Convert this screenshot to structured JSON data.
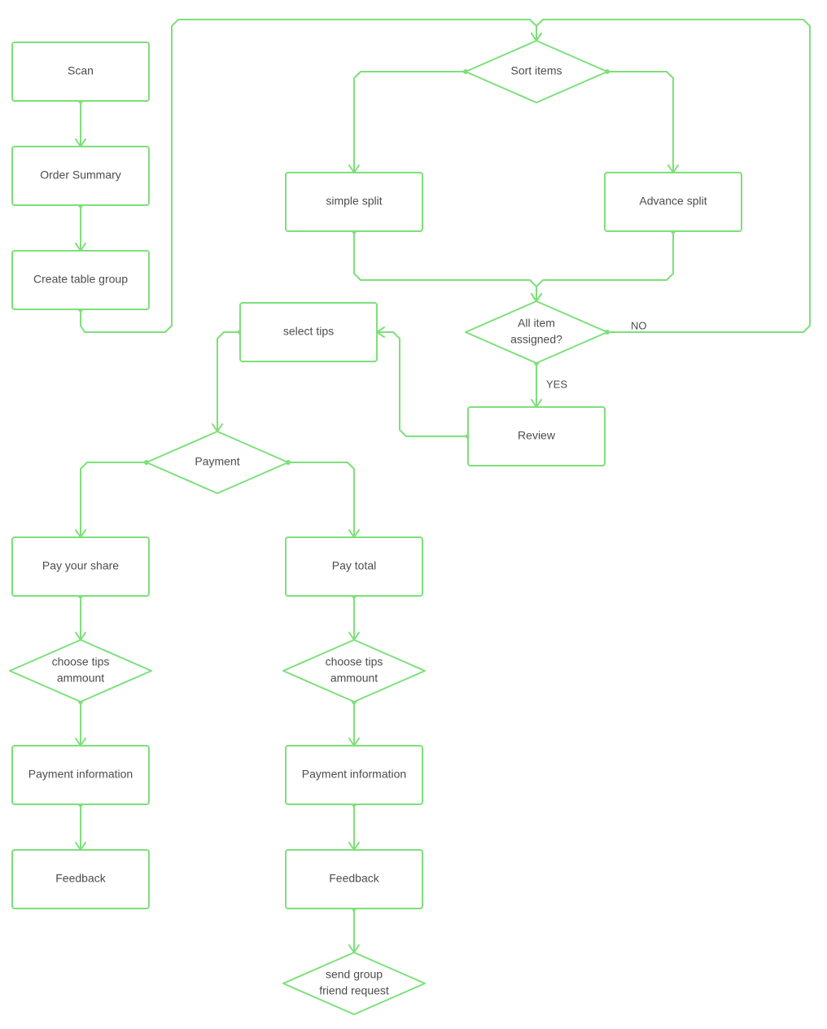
{
  "colors": {
    "stroke": "#7de07a",
    "text": "#4d4d4d",
    "background": "#ffffff"
  },
  "nodes": {
    "scan": {
      "shape": "rect",
      "lines": [
        "Scan"
      ]
    },
    "order_summary": {
      "shape": "rect",
      "lines": [
        "Order Summary"
      ]
    },
    "create_table_group": {
      "shape": "rect",
      "lines": [
        "Create table group"
      ]
    },
    "sort_items": {
      "shape": "diamond",
      "lines": [
        "Sort items"
      ]
    },
    "simple_split": {
      "shape": "rect",
      "lines": [
        "simple split"
      ]
    },
    "advance_split": {
      "shape": "rect",
      "lines": [
        "Advance split"
      ]
    },
    "all_item_assigned": {
      "shape": "diamond",
      "lines": [
        "All item",
        "assigned?"
      ]
    },
    "review": {
      "shape": "rect",
      "lines": [
        "Review"
      ]
    },
    "select_tips": {
      "shape": "rect",
      "lines": [
        "select tips"
      ]
    },
    "payment": {
      "shape": "diamond",
      "lines": [
        "Payment"
      ]
    },
    "pay_your_share": {
      "shape": "rect",
      "lines": [
        "Pay your share"
      ]
    },
    "pay_total": {
      "shape": "rect",
      "lines": [
        "Pay total"
      ]
    },
    "choose_tips_left": {
      "shape": "diamond",
      "lines": [
        "choose tips",
        "ammount"
      ]
    },
    "choose_tips_right": {
      "shape": "diamond",
      "lines": [
        "choose tips",
        "ammount"
      ]
    },
    "payment_info_left": {
      "shape": "rect",
      "lines": [
        "Payment information"
      ]
    },
    "payment_info_right": {
      "shape": "rect",
      "lines": [
        "Payment information"
      ]
    },
    "feedback_left": {
      "shape": "rect",
      "lines": [
        "Feedback"
      ]
    },
    "feedback_right": {
      "shape": "rect",
      "lines": [
        "Feedback"
      ]
    },
    "send_group_request": {
      "shape": "diamond",
      "lines": [
        "send group",
        "friend request"
      ]
    }
  },
  "edges": [
    {
      "from": "scan",
      "to": "order_summary",
      "label": ""
    },
    {
      "from": "order_summary",
      "to": "create_table_group",
      "label": ""
    },
    {
      "from": "create_table_group",
      "to": "sort_items",
      "label": ""
    },
    {
      "from": "sort_items",
      "to": "simple_split",
      "label": ""
    },
    {
      "from": "sort_items",
      "to": "advance_split",
      "label": ""
    },
    {
      "from": "simple_split",
      "to": "all_item_assigned",
      "label": ""
    },
    {
      "from": "advance_split",
      "to": "all_item_assigned",
      "label": ""
    },
    {
      "from": "all_item_assigned",
      "to": "sort_items",
      "label": "NO"
    },
    {
      "from": "all_item_assigned",
      "to": "review",
      "label": "YES"
    },
    {
      "from": "review",
      "to": "select_tips",
      "label": ""
    },
    {
      "from": "select_tips",
      "to": "payment",
      "label": ""
    },
    {
      "from": "payment",
      "to": "pay_your_share",
      "label": ""
    },
    {
      "from": "payment",
      "to": "pay_total",
      "label": ""
    },
    {
      "from": "pay_your_share",
      "to": "choose_tips_left",
      "label": ""
    },
    {
      "from": "choose_tips_left",
      "to": "payment_info_left",
      "label": ""
    },
    {
      "from": "payment_info_left",
      "to": "feedback_left",
      "label": ""
    },
    {
      "from": "pay_total",
      "to": "choose_tips_right",
      "label": ""
    },
    {
      "from": "choose_tips_right",
      "to": "payment_info_right",
      "label": ""
    },
    {
      "from": "payment_info_right",
      "to": "feedback_right",
      "label": ""
    },
    {
      "from": "feedback_right",
      "to": "send_group_request",
      "label": ""
    }
  ]
}
